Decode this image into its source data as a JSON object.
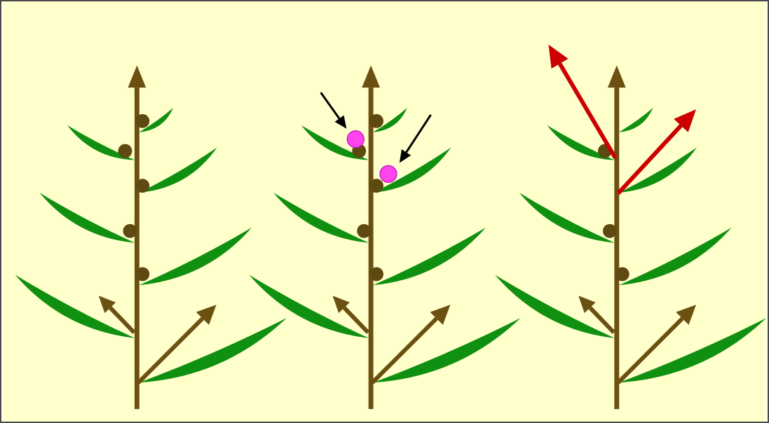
{
  "diagram": {
    "background": "#ffffcc",
    "border_color": "#4a4a4a",
    "colors": {
      "stem": "#6b5012",
      "leaf": "#109010",
      "bud": "#5e4a10",
      "pathogen": "#ff44ee",
      "pathogen_outline": "#c020c0",
      "pointer": "#000000",
      "new_shoot": "#cc0000"
    },
    "panels": [
      {
        "name": "plant-intact",
        "pathogen_markers": 0,
        "red_shoots": 0
      },
      {
        "name": "plant-infected",
        "pathogen_markers": 2,
        "red_shoots": 0
      },
      {
        "name": "plant-branching",
        "pathogen_markers": 0,
        "red_shoots": 2
      }
    ]
  }
}
